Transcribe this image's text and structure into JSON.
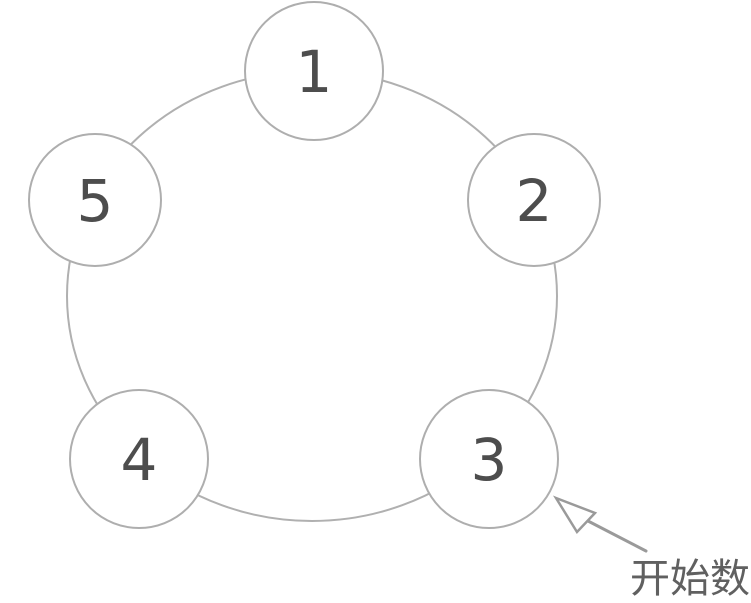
{
  "diagram": {
    "type": "circular-counting-diagram",
    "description": "Five numbered circles arranged around a ring; an arrow marks circle 3 as the starting point for counting",
    "nodes": [
      {
        "id": "node-1",
        "label": "1"
      },
      {
        "id": "node-2",
        "label": "2"
      },
      {
        "id": "node-3",
        "label": "3"
      },
      {
        "id": "node-4",
        "label": "4"
      },
      {
        "id": "node-5",
        "label": "5"
      }
    ],
    "annotation": {
      "text": "开始数",
      "points_to_node": "3"
    },
    "colors": {
      "background": "#ffffff",
      "ring_stroke": "#b0b0b0",
      "circle_stroke": "#aeaeae",
      "number_text": "#4d4d4d",
      "arrow": "#9a9a9a",
      "annotation_text": "#606060"
    }
  }
}
